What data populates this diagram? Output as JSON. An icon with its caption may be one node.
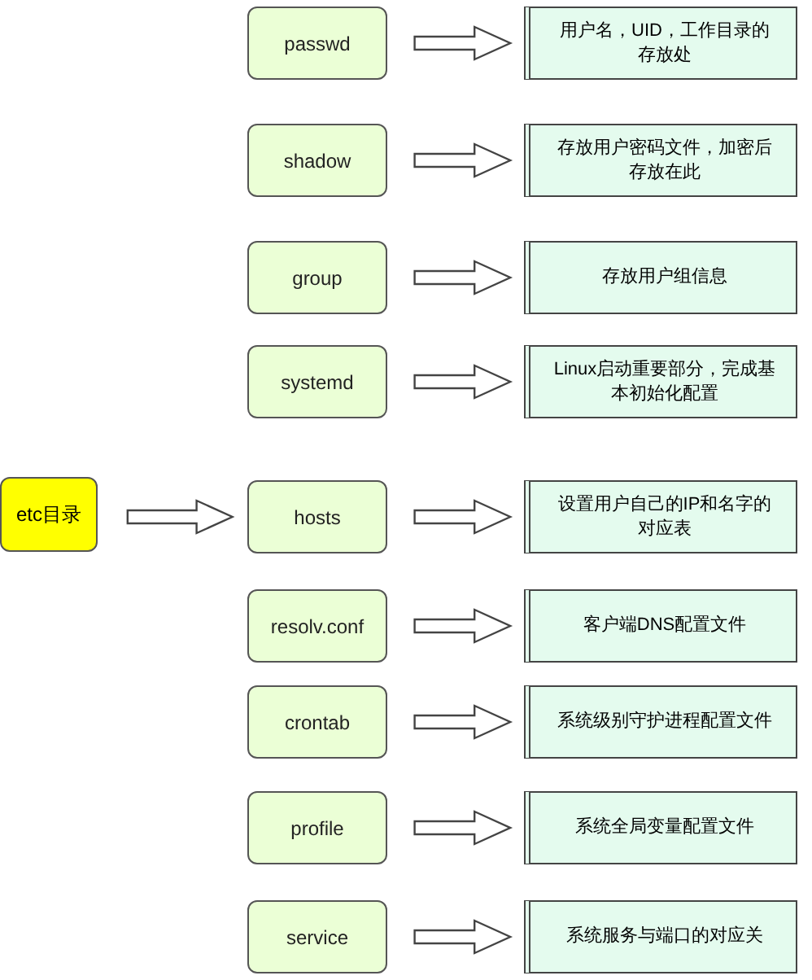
{
  "diagram": {
    "nodes": [
      {
        "text": [
          "passwd"
        ]
      },
      {
        "text": [
          "用户名，UID，工作目录的存放处"
        ]
      },
      {
        "text": [
          "shadow"
        ]
      },
      {
        "text": [
          "存放用户密码文件，加密后存放在此"
        ]
      },
      {
        "text": [
          "group"
        ]
      },
      {
        "text": [
          "存放用户组信息"
        ]
      },
      {
        "text": [
          "systemd"
        ]
      },
      {
        "text": [
          "Linux启动重要部分，完成基本初始化配置"
        ]
      },
      {
        "text": [
          "etc目录"
        ]
      },
      {
        "text": [
          "hosts"
        ]
      },
      {
        "text": [
          "设置用户自己的IP和名字的对应表"
        ]
      },
      {
        "text": [
          "resolv.conf"
        ]
      },
      {
        "text": [
          "客户端DNS配置文件"
        ]
      },
      {
        "text": [
          "crontab"
        ]
      },
      {
        "text": [
          "系统级别守护进程配置文件"
        ]
      },
      {
        "text": [
          "profile"
        ]
      },
      {
        "text": [
          "系统全局变量配置文件"
        ]
      },
      {
        "text": [
          "service"
        ]
      },
      {
        "text": [
          "系统服务与端口的对应关"
        ]
      }
    ],
    "edges": [
      {
        "from": 0,
        "to": 1,
        "arrow": "to"
      },
      {
        "from": 2,
        "to": 3,
        "arrow": "to"
      },
      {
        "from": 4,
        "to": 5,
        "arrow": "to"
      },
      {
        "from": 6,
        "to": 7,
        "arrow": "to"
      },
      {
        "from": 8,
        "to": 9,
        "arrow": "to"
      },
      {
        "from": 9,
        "to": 10,
        "arrow": "to"
      },
      {
        "from": 11,
        "to": 12,
        "arrow": "to"
      },
      {
        "from": 13,
        "to": 14,
        "arrow": "to"
      },
      {
        "from": 15,
        "to": 16,
        "arrow": "to"
      },
      {
        "from": 17,
        "to": 18,
        "arrow": "to"
      }
    ]
  }
}
